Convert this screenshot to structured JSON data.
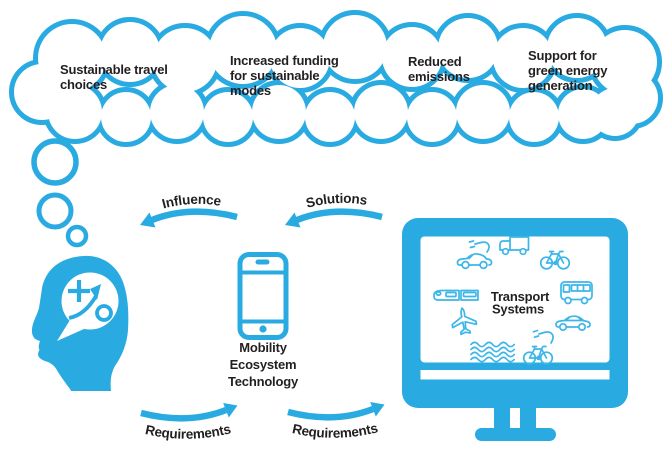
{
  "title": "Mobility ecosystem technology diagram",
  "colors": {
    "brand_blue": "#29ABE2",
    "icon_blue": "#3CB6E8",
    "text_dark": "#231F20",
    "background": "#FFFFFF"
  },
  "thought_cloud": {
    "items": [
      {
        "lines": [
          "Sustainable travel",
          "choices"
        ]
      },
      {
        "lines": [
          "Increased funding",
          "for sustainable",
          "modes"
        ]
      },
      {
        "lines": [
          "Reduced",
          "emissions"
        ]
      },
      {
        "lines": [
          "Support for",
          "green energy",
          "generation"
        ]
      }
    ]
  },
  "flow_arrows": {
    "influence": "Influence",
    "solutions": "Solutions",
    "requirements_left": "Requirements",
    "requirements_right": "Requirements"
  },
  "head": {
    "icon_name": "thinking-head-with-strategy-icon"
  },
  "phone": {
    "icon_name": "smartphone",
    "label_lines": [
      "Mobility",
      "Ecosystem",
      "Technology"
    ]
  },
  "monitor": {
    "icon_name": "desktop-monitor",
    "label_lines": [
      "Transport",
      "Systems"
    ],
    "icon_names": [
      "electric-car",
      "truck",
      "bicycle",
      "train",
      "bus",
      "airplane",
      "car",
      "waterways",
      "electric-bike"
    ]
  }
}
